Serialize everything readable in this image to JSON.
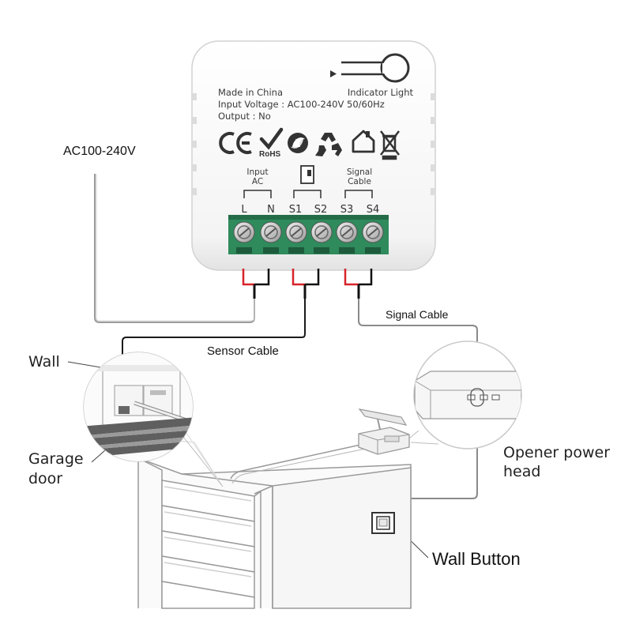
{
  "device": {
    "made_in": "Made in China",
    "indicator": "Indicator Light",
    "input_voltage": "Input Voltage : AC100-240V 50/60Hz",
    "output": "Output :  No",
    "rohs": "RoHS",
    "groups": {
      "input_line1": "Input",
      "input_line2": "AC",
      "signal_line1": "Signal",
      "signal_line2": "Cable"
    },
    "terminals": [
      "L",
      "N",
      "S1",
      "S2",
      "S3",
      "S4"
    ]
  },
  "labels": {
    "ac_voltage": "AC100-240V",
    "signal_cable": "Signal Cable",
    "sensor_cable": "Sensor Cable",
    "wall": "Wall",
    "garage_line1": "Garage",
    "garage_line2": "door",
    "opener_line1": "Opener power",
    "opener_line2": "head",
    "wall_button": "Wall Button"
  },
  "colors": {
    "terminal_block": "#2f8a5c",
    "wire_red": "#d8232a",
    "wire_black": "#111111",
    "wire_gray": "#9a9a9a"
  },
  "icons": [
    "ce-mark-icon",
    "rohs-check-icon",
    "green-dot-icon",
    "recycle-icon",
    "house-icon",
    "weee-bin-icon"
  ]
}
